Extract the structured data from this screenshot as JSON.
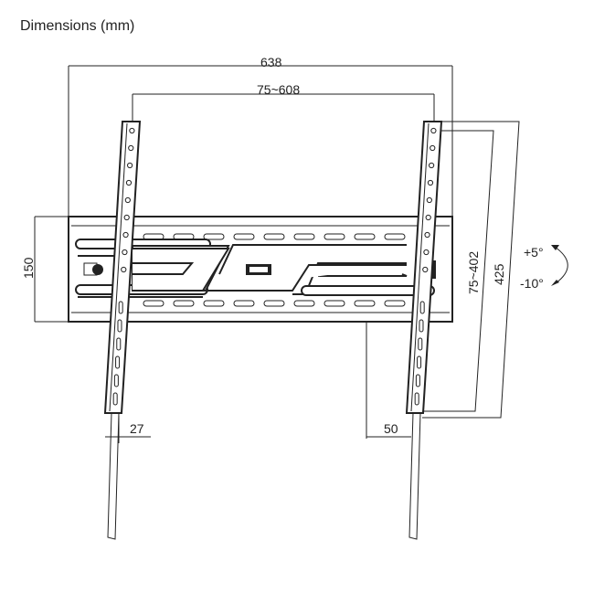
{
  "title": "Dimensions (mm)",
  "dimensions": {
    "overall_width": "638",
    "vesa_horizontal": "75~608",
    "plate_height": "150",
    "vesa_vertical": "75~402",
    "arm_height": "425",
    "arm_offset": "27",
    "wall_depth": "50"
  },
  "tilt": {
    "up": "+5°",
    "down": "-10°"
  }
}
